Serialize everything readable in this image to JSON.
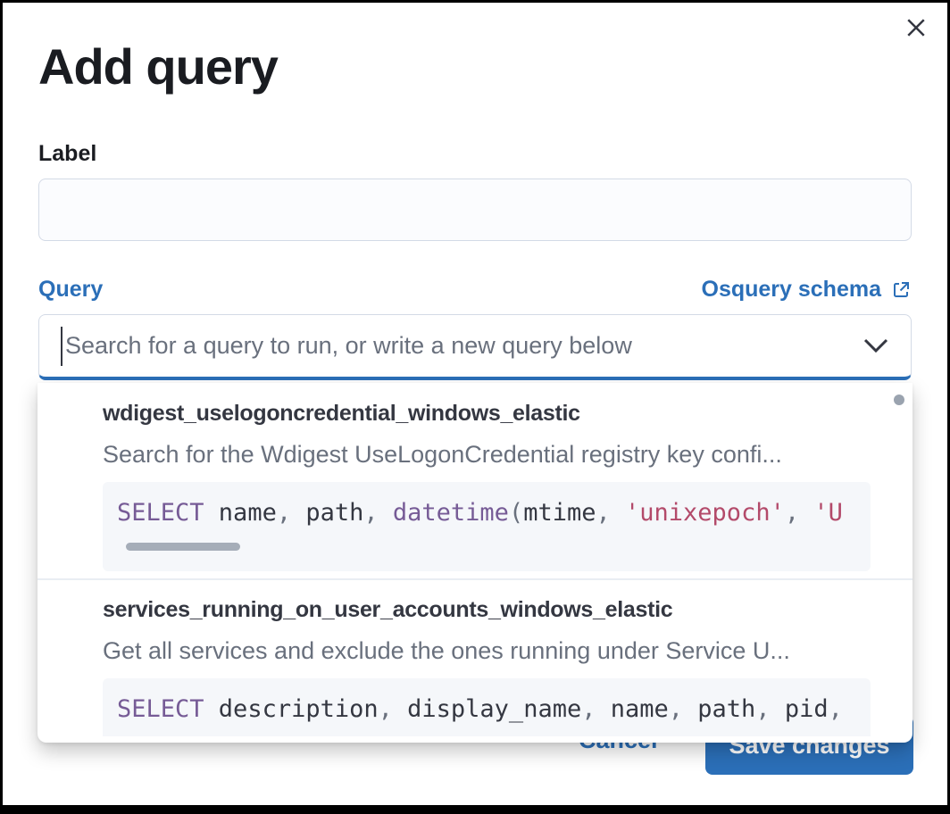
{
  "modal": {
    "title": "Add query"
  },
  "icons": {
    "close": "close-icon",
    "chevron_down": "chevron-down-icon",
    "external_link": "external-link-icon"
  },
  "colors": {
    "accent": "#2b6fb8",
    "heading": "#1a1c21",
    "text": "#343741",
    "muted": "#69707d",
    "border": "#d3dae6",
    "code_bg": "#f5f7fa",
    "code_keyword": "#765b96",
    "code_string": "#b34a6a",
    "code_punct": "#69707d",
    "scrollbar": "#9aa3af"
  },
  "form": {
    "label_field": {
      "label": "Label",
      "value": ""
    },
    "query_field": {
      "label": "Query",
      "schema_link_label": "Osquery schema",
      "value": "",
      "placeholder": "Search for a query to run, or write a new query below"
    }
  },
  "dropdown": {
    "options": [
      {
        "title": "wdigest_uselogoncredential_windows_elastic",
        "description": "Search for the Wdigest UseLogonCredential registry key confi...",
        "has_horizontal_scrollbar": true,
        "code_tokens": [
          {
            "t": "kw",
            "v": "SELECT"
          },
          {
            "t": "pl",
            "v": " name"
          },
          {
            "t": "pu",
            "v": ","
          },
          {
            "t": "pl",
            "v": " path"
          },
          {
            "t": "pu",
            "v": ","
          },
          {
            "t": "kw",
            "v": " datetime"
          },
          {
            "t": "pu",
            "v": "("
          },
          {
            "t": "pl",
            "v": "mtime"
          },
          {
            "t": "pu",
            "v": ","
          },
          {
            "t": "st",
            "v": " 'unixepoch'"
          },
          {
            "t": "pu",
            "v": ","
          },
          {
            "t": "st",
            "v": " 'U"
          }
        ]
      },
      {
        "title": "services_running_on_user_accounts_windows_elastic",
        "description": "Get all services and exclude the ones running under Service U...",
        "has_horizontal_scrollbar": false,
        "code_tokens": [
          {
            "t": "kw",
            "v": "SELECT"
          },
          {
            "t": "pl",
            "v": " description"
          },
          {
            "t": "pu",
            "v": ","
          },
          {
            "t": "pl",
            "v": " display_name"
          },
          {
            "t": "pu",
            "v": ","
          },
          {
            "t": "pl",
            "v": " name"
          },
          {
            "t": "pu",
            "v": ","
          },
          {
            "t": "pl",
            "v": " path"
          },
          {
            "t": "pu",
            "v": ","
          },
          {
            "t": "pl",
            "v": " pid"
          },
          {
            "t": "pu",
            "v": ","
          }
        ]
      }
    ]
  },
  "footer": {
    "cancel_label": "Cancel",
    "save_label": "Save changes"
  }
}
